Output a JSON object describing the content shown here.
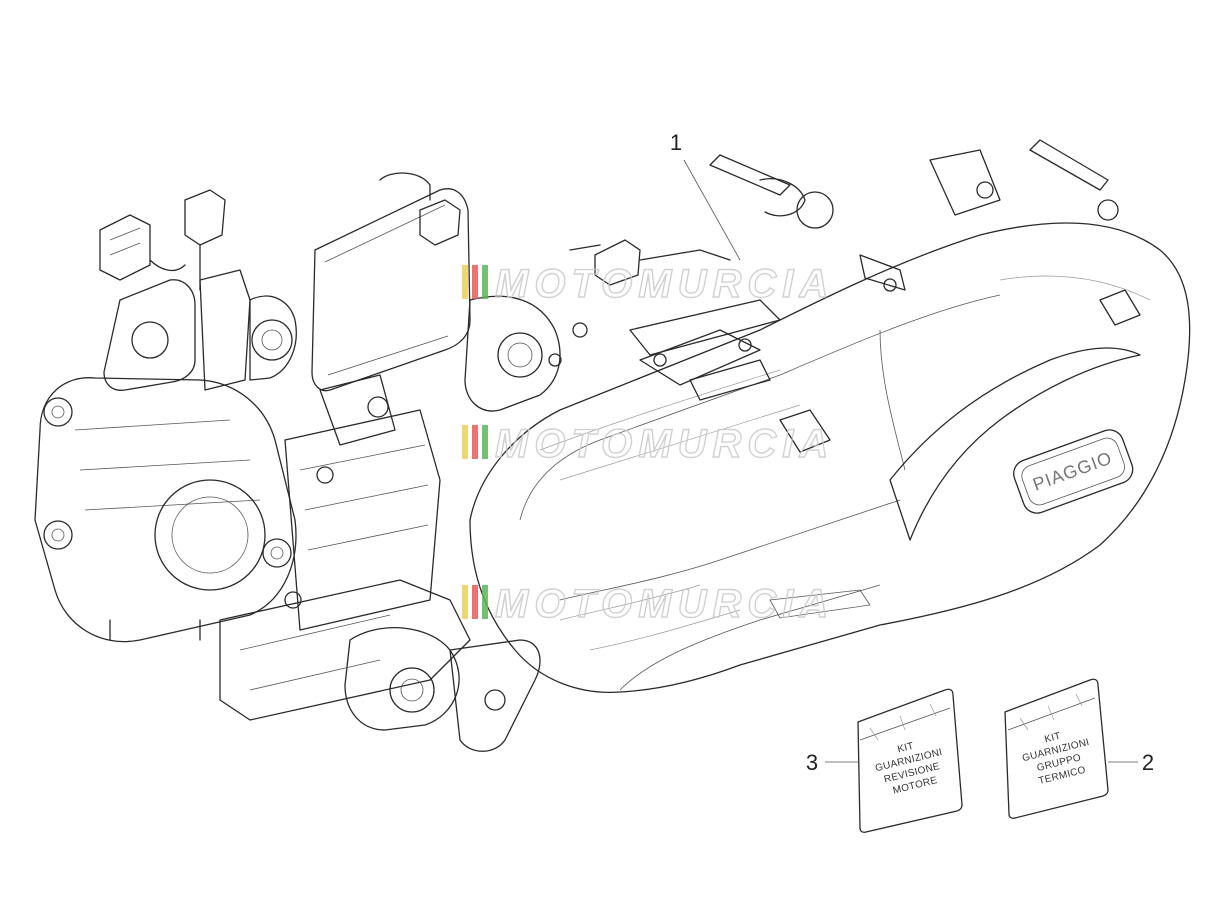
{
  "callouts": [
    {
      "id": "1",
      "label": "1"
    },
    {
      "id": "2",
      "label": "2"
    },
    {
      "id": "3",
      "label": "3"
    }
  ],
  "kits": {
    "left": [
      "KIT",
      "GUARNIZIONI",
      "REVISIONE",
      "MOTORE"
    ],
    "right": [
      "KIT",
      "GUARNIZIONI",
      "GRUPPO",
      "TERMICO"
    ]
  },
  "brand_plate": "PIAGGIO",
  "watermark": "MOTOMURCIA",
  "colors": {
    "line": "#2a2a2a",
    "watermark_stripes": [
      "#e8d25a",
      "#e85a5a",
      "#5ab85a"
    ]
  }
}
